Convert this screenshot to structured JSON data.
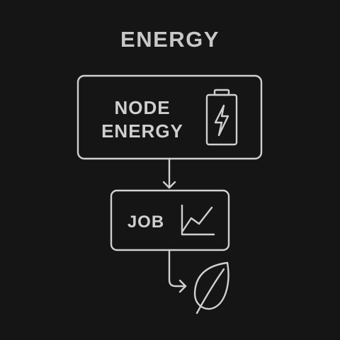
{
  "diagram": {
    "title": "ENERGY",
    "node_energy_box": {
      "line1": "NODE",
      "line2": "ENERGY",
      "icon": "battery-charging-icon"
    },
    "job_box": {
      "label": "JOB",
      "icon": "line-chart-icon"
    },
    "leaf": {
      "icon": "leaf-icon"
    },
    "colors": {
      "background": "#151515",
      "stroke": "#d0d0d0",
      "text": "#cfcfcf"
    }
  }
}
